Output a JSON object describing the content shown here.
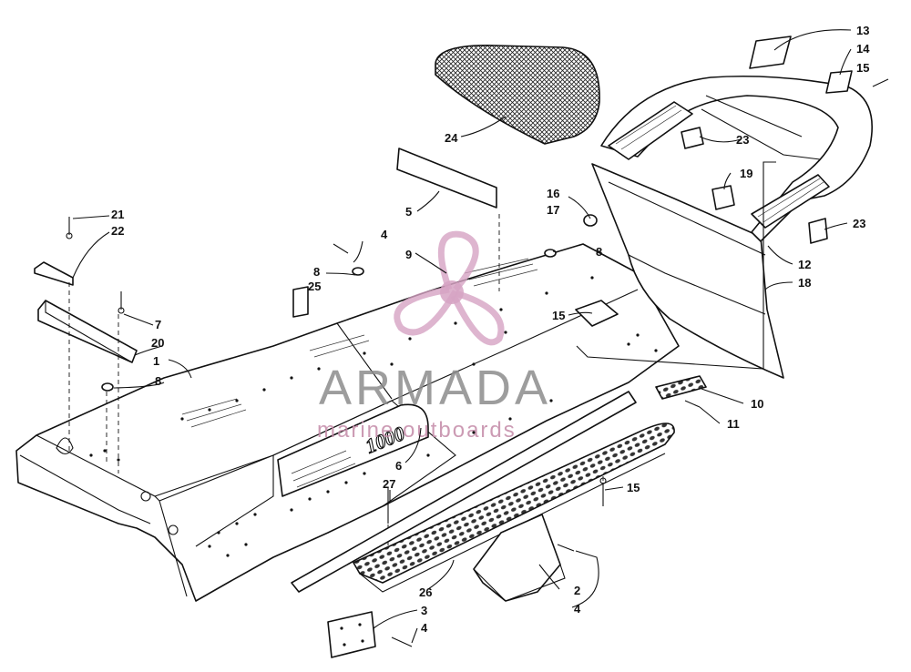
{
  "callouts": [
    {
      "id": "c-1",
      "label": "1"
    },
    {
      "id": "c-2",
      "label": "2"
    },
    {
      "id": "c-3",
      "label": "3"
    },
    {
      "id": "c-4a",
      "label": "4"
    },
    {
      "id": "c-4b",
      "label": "4"
    },
    {
      "id": "c-4c",
      "label": "4"
    },
    {
      "id": "c-5",
      "label": "5"
    },
    {
      "id": "c-6",
      "label": "6"
    },
    {
      "id": "c-7",
      "label": "7"
    },
    {
      "id": "c-8a",
      "label": "8"
    },
    {
      "id": "c-8b",
      "label": "8"
    },
    {
      "id": "c-8c",
      "label": "8"
    },
    {
      "id": "c-9",
      "label": "9"
    },
    {
      "id": "c-10",
      "label": "10"
    },
    {
      "id": "c-11",
      "label": "11"
    },
    {
      "id": "c-12",
      "label": "12"
    },
    {
      "id": "c-13",
      "label": "13"
    },
    {
      "id": "c-14",
      "label": "14"
    },
    {
      "id": "c-15a",
      "label": "15"
    },
    {
      "id": "c-15b",
      "label": "15"
    },
    {
      "id": "c-15c",
      "label": "15"
    },
    {
      "id": "c-16",
      "label": "16"
    },
    {
      "id": "c-17",
      "label": "17"
    },
    {
      "id": "c-18",
      "label": "18"
    },
    {
      "id": "c-19",
      "label": "19"
    },
    {
      "id": "c-20",
      "label": "20"
    },
    {
      "id": "c-21",
      "label": "21"
    },
    {
      "id": "c-22",
      "label": "22"
    },
    {
      "id": "c-23a",
      "label": "23"
    },
    {
      "id": "c-23b",
      "label": "23"
    },
    {
      "id": "c-24",
      "label": "24"
    },
    {
      "id": "c-25",
      "label": "25"
    },
    {
      "id": "c-26",
      "label": "26"
    },
    {
      "id": "c-27",
      "label": "27"
    }
  ],
  "decal_text": "1000",
  "watermark": {
    "title": "ARMADA",
    "subtitle": "marine outboards",
    "colors": {
      "title": "#8c8c8c",
      "subtitle": "#c48aa8",
      "propeller": "#d6a3c3"
    }
  },
  "colors": {
    "line": "#111111",
    "background": "#ffffff"
  }
}
